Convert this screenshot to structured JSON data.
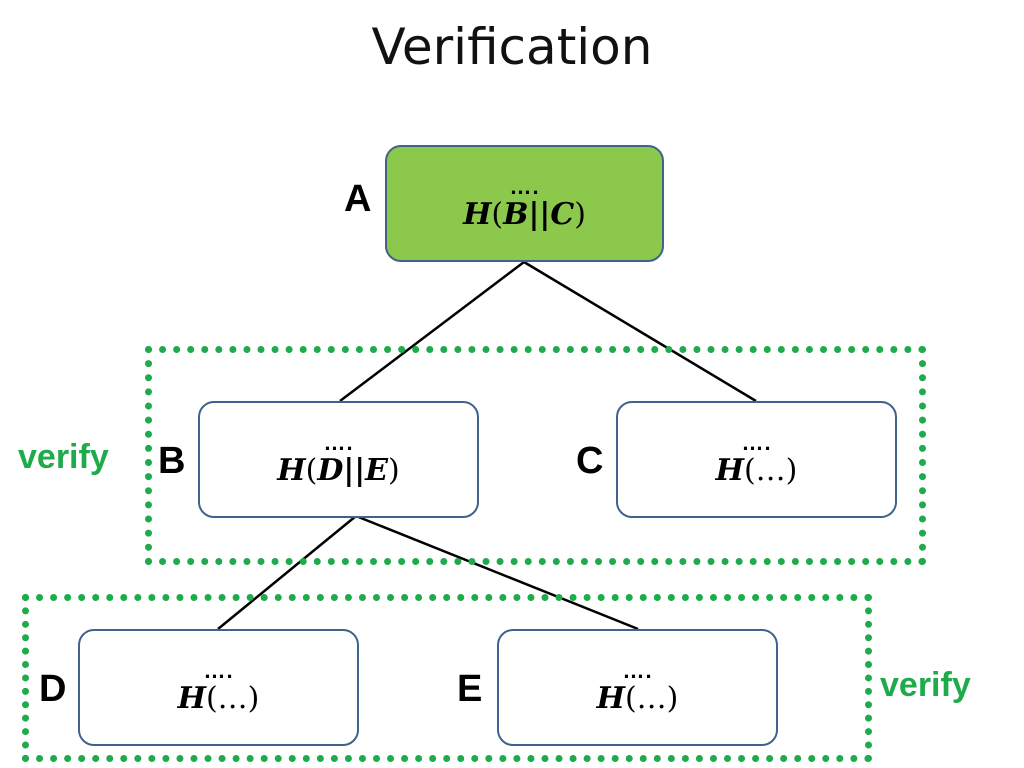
{
  "title": "Verification",
  "accent_colors": {
    "root_fill": "#8cc84b",
    "node_border": "#41628c",
    "verify": "#1faa4b"
  },
  "nodes": [
    {
      "id": "A",
      "label": "A",
      "dots": "….",
      "func": "H",
      "args": "B||C"
    },
    {
      "id": "B",
      "label": "B",
      "dots": "….",
      "func": "H",
      "args": "D||E"
    },
    {
      "id": "C",
      "label": "C",
      "dots": "….",
      "func": "H",
      "args": "…"
    },
    {
      "id": "D",
      "label": "D",
      "dots": "….",
      "func": "H",
      "args": "…"
    },
    {
      "id": "E",
      "label": "E",
      "dots": "….",
      "func": "H",
      "args": "…"
    }
  ],
  "edges": [
    {
      "from": "A",
      "to": "B"
    },
    {
      "from": "A",
      "to": "C"
    },
    {
      "from": "B",
      "to": "D"
    },
    {
      "from": "B",
      "to": "E"
    }
  ],
  "verify_groups": [
    {
      "label": "verify",
      "members": [
        "B",
        "C"
      ]
    },
    {
      "label": "verify",
      "members": [
        "D",
        "E"
      ]
    }
  ]
}
